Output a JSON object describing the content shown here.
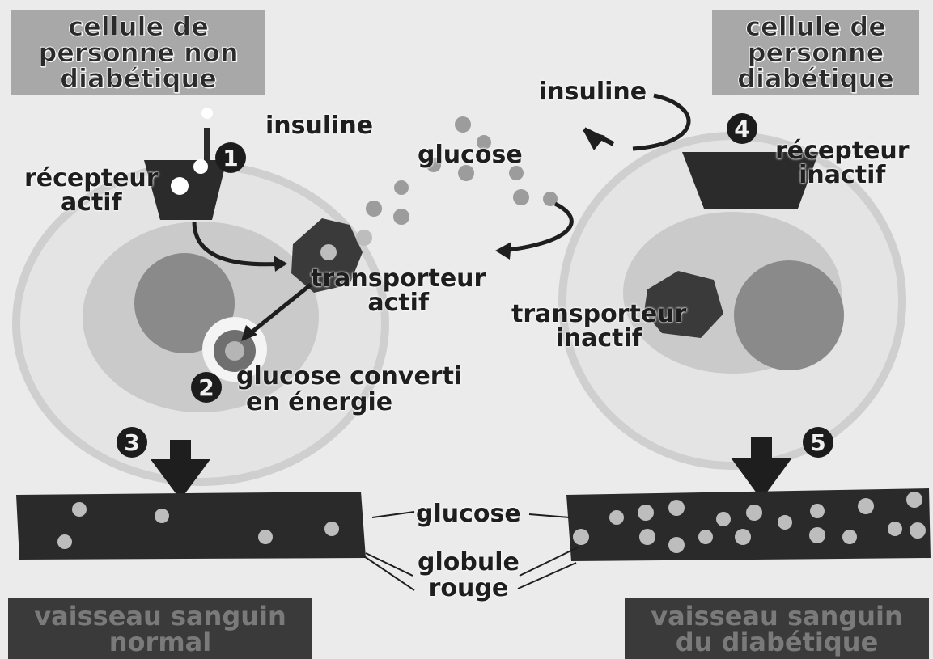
{
  "header": {
    "left_title": [
      "cellule de",
      "personne non",
      "diabétique"
    ],
    "right_title": [
      "cellule de",
      "personne",
      "diabétique"
    ]
  },
  "footer": {
    "left_title": [
      "vaisseau sanguin",
      "normal"
    ],
    "right_title": [
      "vaisseau sanguin",
      "du diabétique"
    ]
  },
  "labels": {
    "insulin_left": "insuline",
    "insulin_right": "insuline",
    "glucose_top": "glucose",
    "active_receptor": [
      "récepteur",
      "actif"
    ],
    "inactive_receptor": [
      "récepteur",
      "inactif"
    ],
    "active_transporter": [
      "transporteur",
      "actif"
    ],
    "inactive_transporter": [
      "transporteur",
      "inactif"
    ],
    "glucose_converted": [
      "glucose converti",
      "en énergie"
    ],
    "glucose_vessel": "glucose",
    "red_cell": [
      "globule",
      "rouge"
    ]
  },
  "steps": [
    "1",
    "2",
    "3",
    "4",
    "5"
  ]
}
